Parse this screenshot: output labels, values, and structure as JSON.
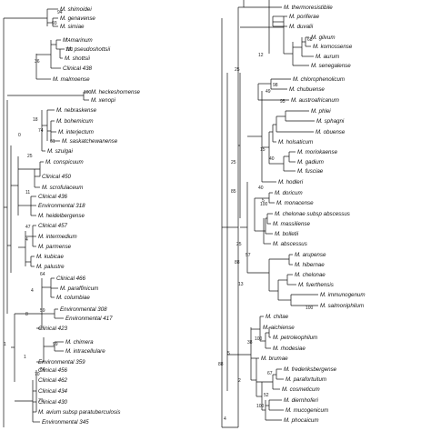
{
  "left_panel": {
    "taxa": [
      "M. shimoidei",
      "M. genavense",
      "M. simiae",
      "M. marinum",
      "M. pseudoshottsii",
      "M. shottsii",
      "Clinical 438",
      "M. malmoense",
      "M. heckeshornense",
      "M. xenopi",
      "M. nebraskense",
      "M. bohemicum",
      "M. interjectum",
      "M. saskatchewanense",
      "M. szulgai",
      "M. conspicuum",
      "Clinical 450",
      "M. scrofulaceum",
      "Clinical 436",
      "Environmental 318",
      "M. heidelbergense",
      "Clinical 457",
      "M. intermedium",
      "M. parmense",
      "M. kubicae",
      "M. palustre",
      "Clinical 466",
      "M. paraffinicum",
      "M. columbiae",
      "Environmental 308",
      "Environmental 417",
      "Clinical 423",
      "M. chimera",
      "M. intracellulare",
      "Environmental 359",
      "Clinical 456",
      "Clinical 462",
      "Clinical 434",
      "Clinical 430",
      "M. avium subsp paratuberculosis",
      "Environmental 345"
    ],
    "support": [
      "94",
      "93",
      "74",
      "100",
      "36",
      "100",
      "18",
      "74",
      "61",
      "0",
      "25",
      "11",
      "47",
      "4",
      "64",
      "4",
      "59",
      "99",
      "64",
      "70",
      "8",
      "71",
      "1",
      "1"
    ]
  },
  "right_panel": {
    "taxa": [
      "M. thermoresistibile",
      "M. poriferae",
      "M. duvalii",
      "M. gilvum",
      "M. komossense",
      "M. aurum",
      "M. senegalense",
      "M. chlorophenolicum",
      "M. chubuense",
      "M. austroafricanum",
      "M. phlei",
      "M. sphagni",
      "M. obuense",
      "M. holsaticum",
      "M. moriokaense",
      "M. gadium",
      "M. fusciae",
      "M. hodleri",
      "M. doricum",
      "M. monacense",
      "M. chelonae subsp abscessus",
      "M. massiliense",
      "M. bolletii",
      "M. abscessus",
      "M. arupense",
      "M. hibernae",
      "M. chelonae",
      "M. fuerthensis",
      "M. immunogenum",
      "M. salmoniphilum",
      "M. chitae",
      "M. aichiense",
      "M. petroleophilum",
      "M. rhodesiae",
      "M. brumae",
      "M. frederiksbergense",
      "M. parafortuitum",
      "M. cosmeticum",
      "M. diernhoferi",
      "M. mucogenicum",
      "M. phocaicum"
    ],
    "support": [
      "88",
      "25",
      "12",
      "68",
      "98",
      "95",
      "15",
      "40",
      "49",
      "25",
      "85",
      "5",
      "40",
      "100",
      "57",
      "25",
      "13",
      "100",
      "5",
      "88",
      "100",
      "38",
      "2",
      "67",
      "52",
      "100",
      "4"
    ]
  }
}
